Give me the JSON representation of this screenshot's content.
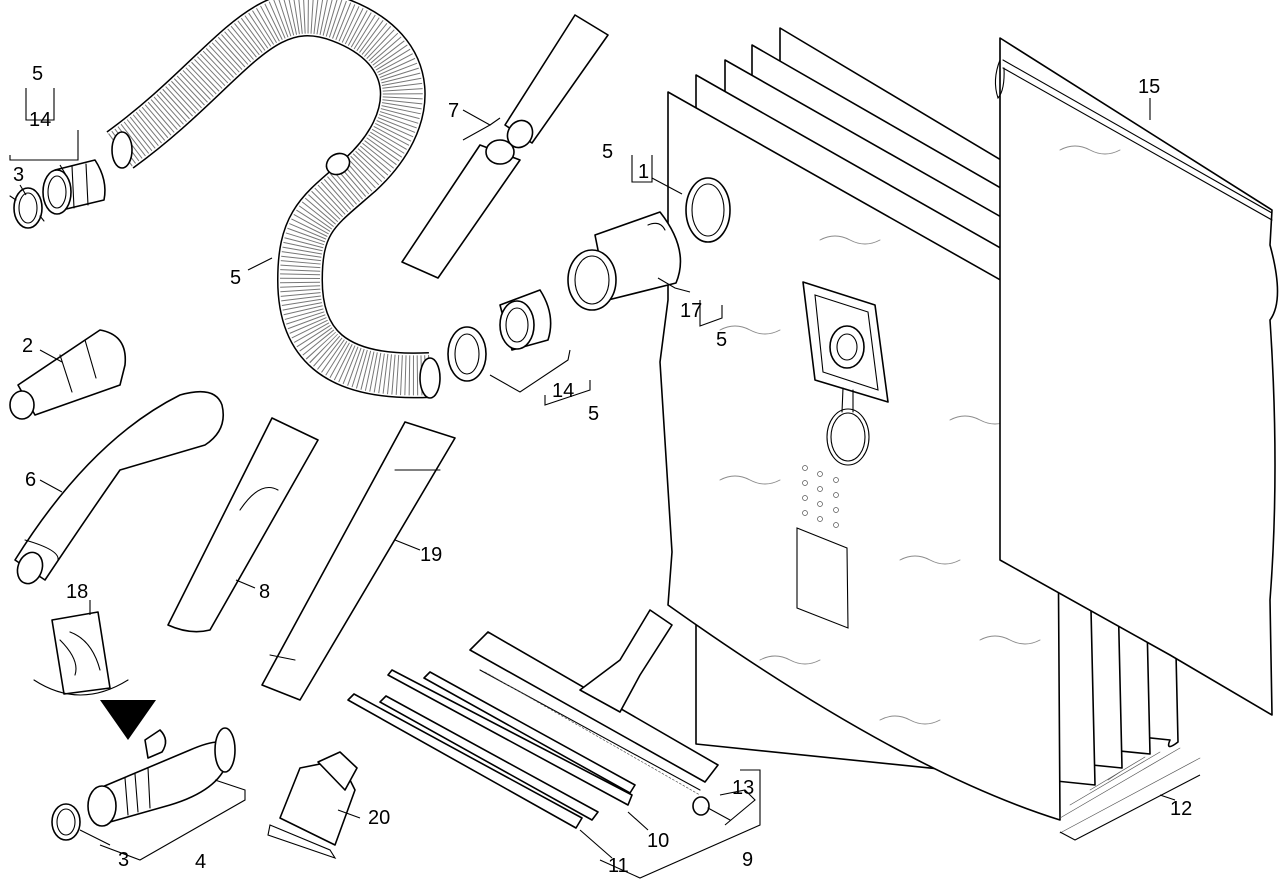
{
  "callouts": {
    "c_5_top_left": "5",
    "c_14_top_left": "14",
    "c_3_top_left": "3",
    "c_5_hose": "5",
    "c_2": "2",
    "c_6": "6",
    "c_18": "18",
    "c_3_bottom": "3",
    "c_4": "4",
    "c_7": "7",
    "c_8": "8",
    "c_19": "19",
    "c_20": "20",
    "c_5_ring": "5",
    "c_1": "1",
    "c_17": "17",
    "c_5_adapter": "5",
    "c_14_mid": "14",
    "c_5_mid": "5",
    "c_15": "15",
    "c_12": "12",
    "c_13": "13",
    "c_10": "10",
    "c_11": "11",
    "c_9": "9"
  },
  "colors": {
    "line": "#000000",
    "paper": "#ffffff",
    "texture": "#8a8a8a"
  }
}
